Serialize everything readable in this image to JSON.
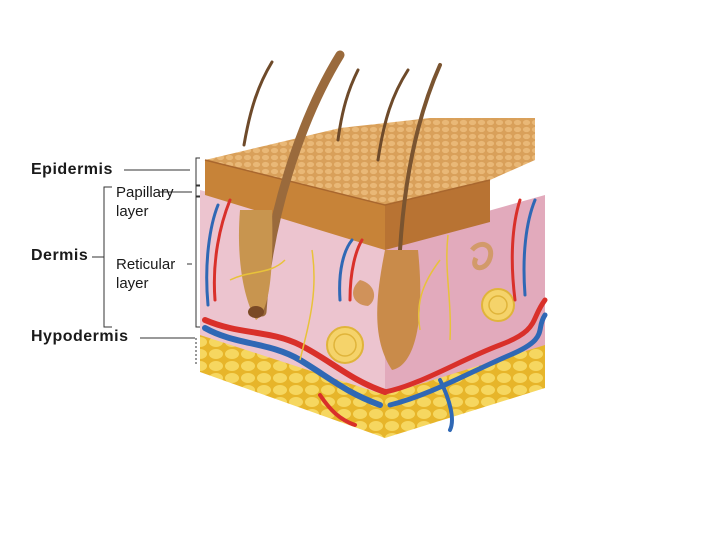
{
  "labels": {
    "epidermis": "Epidermis",
    "dermis": "Dermis",
    "hypodermis": "Hypodermis",
    "papillary": [
      "Papillary",
      "layer"
    ],
    "reticular": [
      "Reticular",
      "layer"
    ]
  },
  "colors": {
    "epidermis_top": "#d9a05a",
    "epidermis_side": "#c78338",
    "dermis": "#e7b9c6",
    "dermis_front": "#ecc4cf",
    "fat": "#f2cf3f",
    "artery": "#d9302a",
    "vein": "#2f68b5",
    "hair": "#8a5a30",
    "nerve": "#e8c23a",
    "leader": "#333333"
  }
}
